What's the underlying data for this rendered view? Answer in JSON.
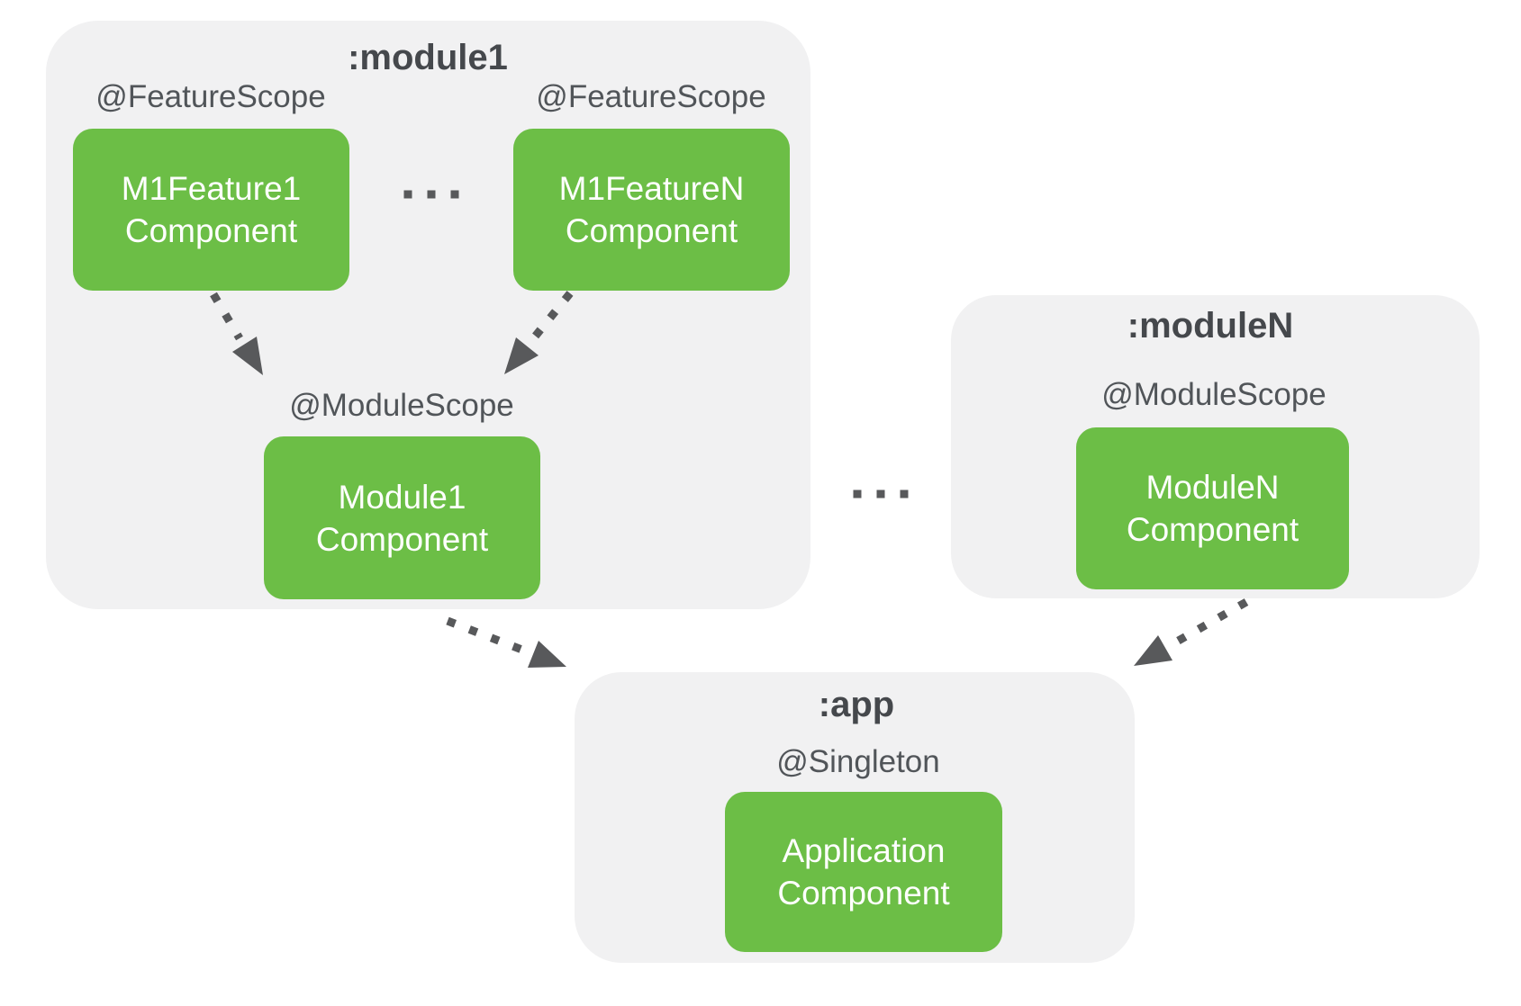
{
  "colors": {
    "box_green": "#6CBE46",
    "container_gray": "#F1F1F2",
    "title_text": "#45484C",
    "label_text": "#515559",
    "box_text": "#FFFFFF",
    "arrow": "#58595B",
    "page_bg": "#FFFFFF"
  },
  "containers": {
    "module1": {
      "title": ":module1",
      "labels": {
        "feature1": "@FeatureScope",
        "featureN": "@FeatureScope",
        "module": "@ModuleScope"
      },
      "boxes": {
        "feature1": {
          "line1": "M1Feature1",
          "line2": "Component"
        },
        "featureN": {
          "line1": "M1FeatureN",
          "line2": "Component"
        },
        "module": {
          "line1": "Module1",
          "line2": "Component"
        }
      },
      "features_ellipsis": "..."
    },
    "moduleN": {
      "title": ":moduleN",
      "labels": {
        "module": "@ModuleScope"
      },
      "boxes": {
        "module": {
          "line1": "ModuleN",
          "line2": "Component"
        }
      }
    },
    "app": {
      "title": ":app",
      "labels": {
        "singleton": "@Singleton"
      },
      "boxes": {
        "application": {
          "line1": "Application",
          "line2": "Component"
        }
      }
    }
  },
  "separators": {
    "modules_ellipsis": "..."
  },
  "arrows": [
    {
      "name": "m1feature1-to-module1-component"
    },
    {
      "name": "m1featureN-to-module1-component"
    },
    {
      "name": "module1-component-to-app"
    },
    {
      "name": "moduleN-component-to-app"
    }
  ]
}
